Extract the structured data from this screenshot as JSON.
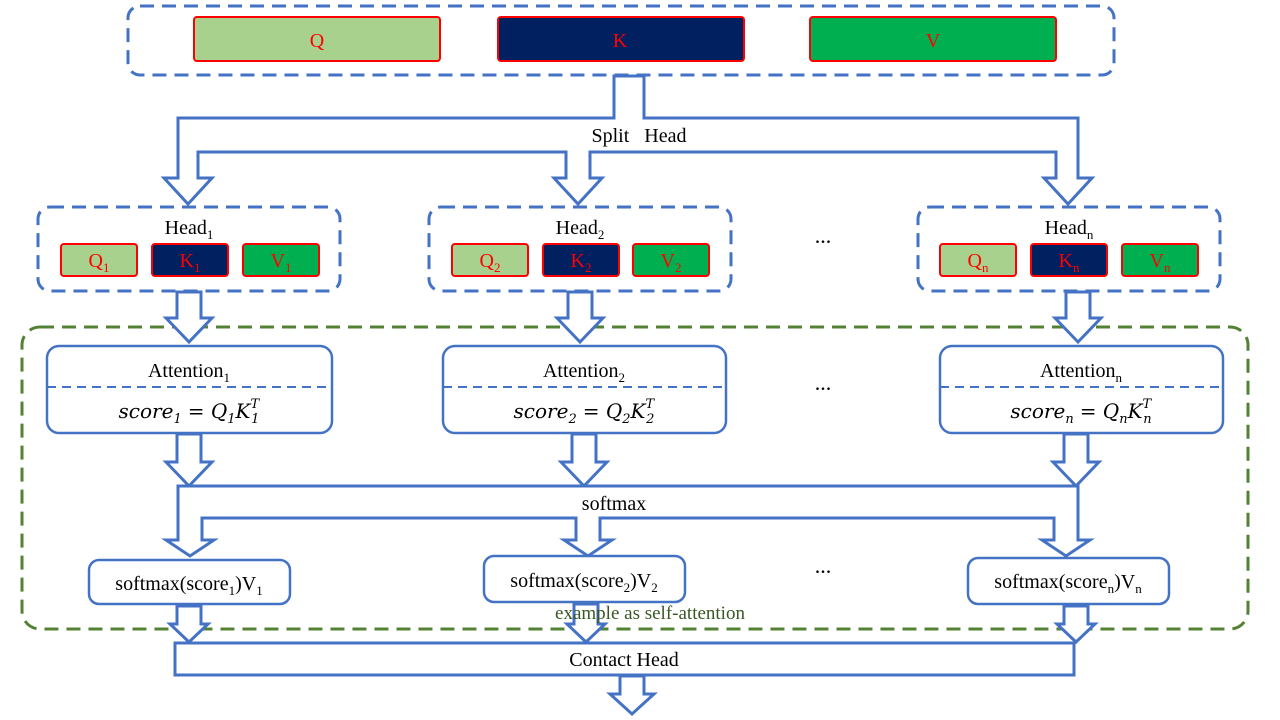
{
  "top": {
    "q_label": "Q",
    "k_label": "K",
    "v_label": "V"
  },
  "split_label": "Split   Head",
  "heads": [
    {
      "title": "Head",
      "title_sub": "1",
      "q": "Q",
      "q_sub": "1",
      "k": "K",
      "k_sub": "1",
      "v": "V",
      "v_sub": "1",
      "attention": "Attention",
      "attention_sub": "1",
      "score_var": "score",
      "score_sub": "1",
      "score_eq": "= Q",
      "score_k": "K",
      "score_t": "T",
      "output_pre": "softmax(score",
      "output_sub": "1",
      "output_mid": ")V",
      "output_sub2": "1"
    },
    {
      "title": "Head",
      "title_sub": "2",
      "q": "Q",
      "q_sub": "2",
      "k": "K",
      "k_sub": "2",
      "v": "V",
      "v_sub": "2",
      "attention": "Attention",
      "attention_sub": "2",
      "score_var": "score",
      "score_sub": "2",
      "score_eq": "= Q",
      "score_k": "K",
      "score_t": "T",
      "output_pre": "softmax(score",
      "output_sub": "2",
      "output_mid": ")V",
      "output_sub2": "2"
    },
    {
      "title": "Head",
      "title_sub": "n",
      "q": "Q",
      "q_sub": "n",
      "k": "K",
      "k_sub": "n",
      "v": "V",
      "v_sub": "n",
      "attention": "Attention",
      "attention_sub": "n",
      "score_var": "score",
      "score_sub": "n",
      "score_eq": "= Q",
      "score_k": "K",
      "score_t": "T",
      "output_pre": "softmax(score",
      "output_sub": "n",
      "output_mid": ")V",
      "output_sub2": "n"
    }
  ],
  "ellipsis": "...",
  "softmax_label": "softmax",
  "self_attention_label": "example as self-attention",
  "concat_label": "Contact Head",
  "colors": {
    "arrow": "#4472C4",
    "q_fill": "#A9D18E",
    "k_fill": "#002060",
    "v_fill": "#00B050",
    "box_border": "#FF0000",
    "box_text": "#FF0000",
    "dashed_blue": "#4472C4",
    "dashed_green": "#548235",
    "green_text": "#385723"
  }
}
